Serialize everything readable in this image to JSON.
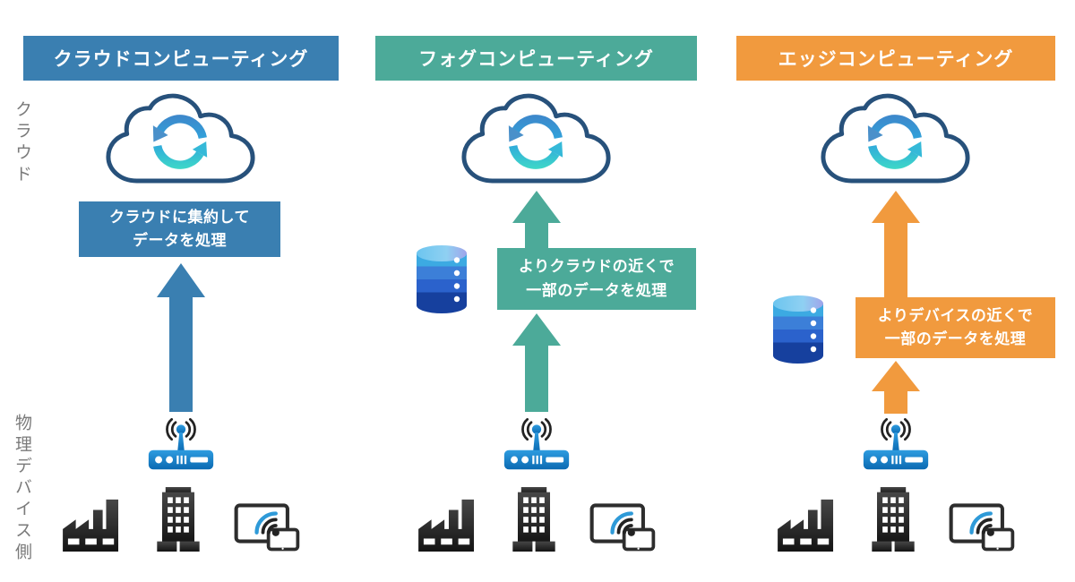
{
  "side_labels": {
    "cloud": "クラウド",
    "physical_device": "物理デバイス側"
  },
  "columns": [
    {
      "id": "cloud-computing",
      "title": "クラウドコンピューティング",
      "accent_color": "#3a7fb1",
      "box_line1": "クラウドに集約して",
      "box_line2": "データを処理",
      "has_database": false,
      "arrows": [
        "device-to-box long up arrow"
      ]
    },
    {
      "id": "fog-computing",
      "title": "フォグコンピューティング",
      "accent_color": "#4caa99",
      "box_line1": "よりクラウドの近くで",
      "box_line2": "一部のデータを処理",
      "has_database": true,
      "arrows": [
        "box-to-cloud short up arrow",
        "device-to-box up arrow"
      ]
    },
    {
      "id": "edge-computing",
      "title": "エッジコンピューティング",
      "accent_color": "#f19a3e",
      "box_line1": "よりデバイスの近くで",
      "box_line2": "一部のデータを処理",
      "has_database": true,
      "arrows": [
        "box-to-cloud long up arrow",
        "device-to-box short up arrow"
      ]
    }
  ],
  "icons": {
    "cloud_sync": "cloud-sync-icon",
    "database": "database-cylinder-icon",
    "router": "wifi-router-icon",
    "factory": "factory-icon",
    "building": "office-building-icon",
    "tablet": "tablet-wifi-icon"
  },
  "colors": {
    "cloud_blue": "#3a7fb1",
    "fog_teal": "#4caa99",
    "edge_orange": "#f19a3e",
    "cloud_outline": "#27517b",
    "sync_gradient_blue": "#3e86ca",
    "sync_gradient_teal": "#3fdcc6",
    "database_bands": [
      "#3caae2",
      "#3c7fd8",
      "#2b62cc",
      "#16409e"
    ],
    "router_blue_top": "#2e9ce0",
    "router_blue_bottom": "#0b6ab2",
    "device_dark": "#2d2d2d",
    "side_label_gray": "#7a7a7a",
    "background": "#ffffff"
  }
}
